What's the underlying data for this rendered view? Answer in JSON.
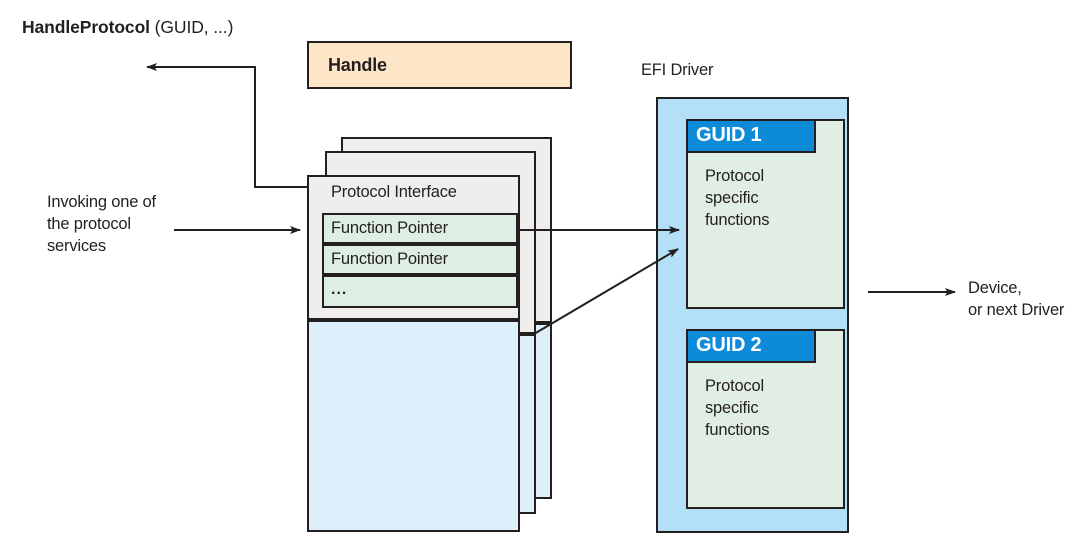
{
  "diagram": {
    "title_bold": "HandleProtocol",
    "title_rest": " (GUID, ...)",
    "handle": {
      "label": "Handle"
    },
    "protocol_interface": {
      "title": "Protocol Interface",
      "rows": [
        {
          "label": "Function Pointer"
        },
        {
          "label": "Function Pointer"
        },
        {
          "label": "..."
        }
      ]
    },
    "captions": {
      "invoking": "Invoking one of the protocol services",
      "device": "Device, or next Driver"
    },
    "efi_driver": {
      "label": "EFI Driver",
      "guids": [
        {
          "header": "GUID 1",
          "body": "Protocol specific functions"
        },
        {
          "header": "GUID 2",
          "body": "Protocol specific functions"
        }
      ]
    },
    "colors": {
      "handle_fill": "#fde5c7",
      "card_gray_fill": "#efeeec",
      "card_blue_fill": "#ddeffb",
      "function_row_fill": "#dfeee2",
      "efi_driver_fill": "#b3e0f7",
      "guid_body_fill": "#e1eee4",
      "guid_header_fill": "#0d8bd9",
      "stroke": "#231f20"
    }
  }
}
